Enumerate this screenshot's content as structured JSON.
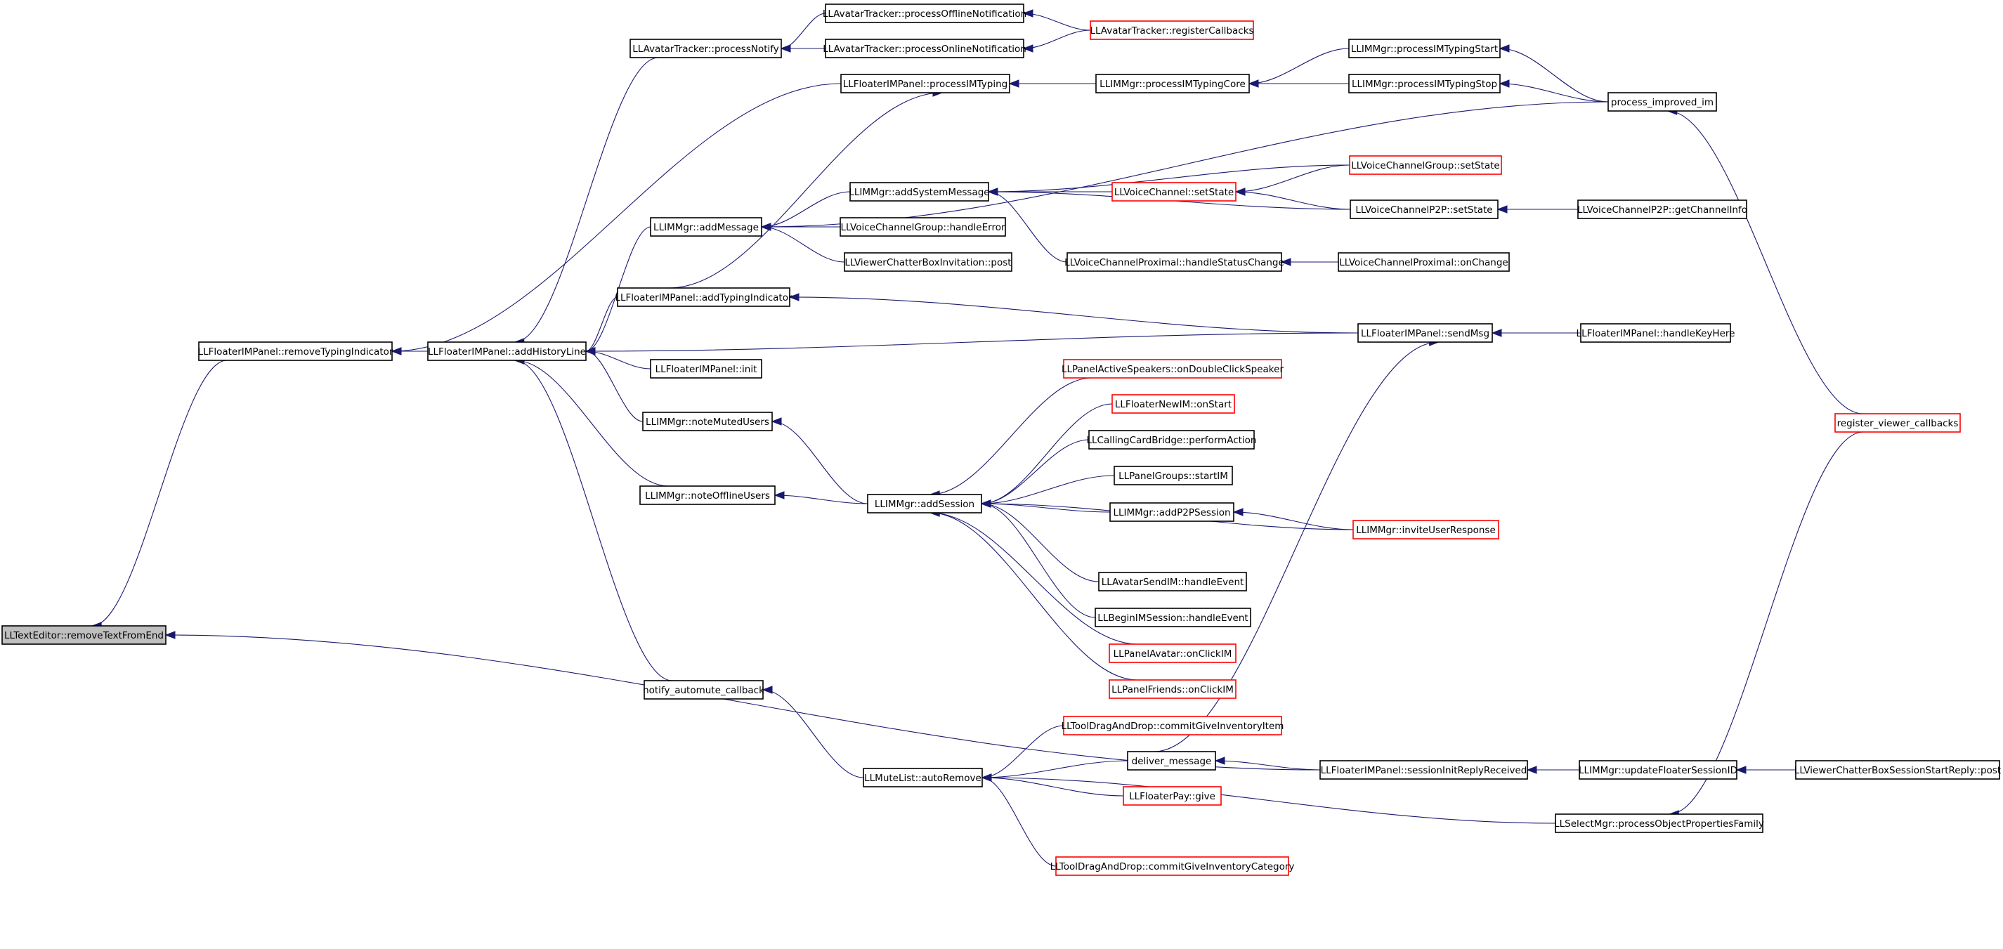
{
  "colors": {
    "edge": "#191970",
    "normal_border": "#000000",
    "truncated_border": "#ff0000",
    "root_fill": "#bfbfbf",
    "node_fill": "#ffffff"
  },
  "nodes": [
    {
      "id": "n0",
      "label": "LLTextEditor::removeTextFromEnd",
      "status": "root"
    },
    {
      "id": "n1",
      "label": "LLFloaterIMPanel::removeTypingIndicator",
      "status": "normal"
    },
    {
      "id": "n2",
      "label": "LLFloaterIMPanel::addHistoryLine",
      "status": "normal"
    },
    {
      "id": "n3",
      "label": "LLAvatarTracker::processNotify",
      "status": "normal"
    },
    {
      "id": "n4",
      "label": "LLAvatarTracker::processOfflineNotification",
      "status": "normal"
    },
    {
      "id": "n5",
      "label": "LLAvatarTracker::processOnlineNotification",
      "status": "normal"
    },
    {
      "id": "n6",
      "label": "LLAvatarTracker::registerCallbacks",
      "status": "truncated"
    },
    {
      "id": "n7",
      "label": "LLFloaterIMPanel::processIMTyping",
      "status": "normal"
    },
    {
      "id": "n8",
      "label": "LLIMMgr::processIMTypingCore",
      "status": "normal"
    },
    {
      "id": "n9",
      "label": "LLIMMgr::processIMTypingStart",
      "status": "normal"
    },
    {
      "id": "n10",
      "label": "LLIMMgr::processIMTypingStop",
      "status": "normal"
    },
    {
      "id": "n11",
      "label": "process_improved_im",
      "status": "normal"
    },
    {
      "id": "n12",
      "label": "LLIMMgr::addMessage",
      "status": "normal"
    },
    {
      "id": "n13",
      "label": "LLIMMgr::addSystemMessage",
      "status": "normal"
    },
    {
      "id": "n14",
      "label": "LLVoiceChannel::setState",
      "status": "truncated"
    },
    {
      "id": "n15",
      "label": "LLVoiceChannelGroup::setState",
      "status": "truncated"
    },
    {
      "id": "n16",
      "label": "LLVoiceChannelP2P::setState",
      "status": "normal"
    },
    {
      "id": "n17",
      "label": "LLVoiceChannelP2P::getChannelInfo",
      "status": "normal"
    },
    {
      "id": "n18",
      "label": "LLVoiceChannelGroup::handleError",
      "status": "normal"
    },
    {
      "id": "n19",
      "label": "LLViewerChatterBoxInvitation::post",
      "status": "normal"
    },
    {
      "id": "n20",
      "label": "LLVoiceChannelProximal::handleStatusChange",
      "status": "normal"
    },
    {
      "id": "n21",
      "label": "LLVoiceChannelProximal::onChange",
      "status": "normal"
    },
    {
      "id": "n22",
      "label": "LLFloaterIMPanel::addTypingIndicator",
      "status": "normal"
    },
    {
      "id": "n23",
      "label": "LLFloaterIMPanel::sendMsg",
      "status": "normal"
    },
    {
      "id": "n24",
      "label": "LLFloaterIMPanel::handleKeyHere",
      "status": "normal"
    },
    {
      "id": "n25",
      "label": "LLFloaterIMPanel::init",
      "status": "normal"
    },
    {
      "id": "n26",
      "label": "LLIMMgr::noteMutedUsers",
      "status": "normal"
    },
    {
      "id": "n27",
      "label": "LLIMMgr::noteOfflineUsers",
      "status": "normal"
    },
    {
      "id": "n28",
      "label": "LLIMMgr::addSession",
      "status": "normal"
    },
    {
      "id": "n29",
      "label": "LLPanelActiveSpeakers::onDoubleClickSpeaker",
      "status": "truncated"
    },
    {
      "id": "n30",
      "label": "LLFloaterNewIM::onStart",
      "status": "truncated"
    },
    {
      "id": "n31",
      "label": "LLCallingCardBridge::performAction",
      "status": "normal"
    },
    {
      "id": "n32",
      "label": "LLPanelGroups::startIM",
      "status": "normal"
    },
    {
      "id": "n33",
      "label": "LLIMMgr::addP2PSession",
      "status": "normal"
    },
    {
      "id": "n34",
      "label": "LLIMMgr::inviteUserResponse",
      "status": "truncated"
    },
    {
      "id": "n35",
      "label": "LLAvatarSendIM::handleEvent",
      "status": "normal"
    },
    {
      "id": "n36",
      "label": "LLBeginIMSession::handleEvent",
      "status": "normal"
    },
    {
      "id": "n37",
      "label": "LLPanelAvatar::onClickIM",
      "status": "truncated"
    },
    {
      "id": "n38",
      "label": "LLPanelFriends::onClickIM",
      "status": "truncated"
    },
    {
      "id": "n39",
      "label": "register_viewer_callbacks",
      "status": "truncated"
    },
    {
      "id": "n40",
      "label": "notify_automute_callback",
      "status": "normal"
    },
    {
      "id": "n41",
      "label": "LLMuteList::autoRemove",
      "status": "normal"
    },
    {
      "id": "n42",
      "label": "LLToolDragAndDrop::commitGiveInventoryItem",
      "status": "truncated"
    },
    {
      "id": "n43",
      "label": "deliver_message",
      "status": "normal"
    },
    {
      "id": "n44",
      "label": "LLFloaterIMPanel::sessionInitReplyReceived",
      "status": "normal"
    },
    {
      "id": "n45",
      "label": "LLIMMgr::updateFloaterSessionID",
      "status": "normal"
    },
    {
      "id": "n46",
      "label": "LLViewerChatterBoxSessionStartReply::post",
      "status": "normal"
    },
    {
      "id": "n47",
      "label": "LLFloaterPay::give",
      "status": "truncated"
    },
    {
      "id": "n48",
      "label": "LLSelectMgr::processObjectPropertiesFamily",
      "status": "normal"
    },
    {
      "id": "n49",
      "label": "LLToolDragAndDrop::commitGiveInventoryCategory",
      "status": "truncated"
    }
  ],
  "edges": [
    {
      "from": "n1",
      "to": "n0"
    },
    {
      "from": "n44",
      "to": "n0"
    },
    {
      "from": "n2",
      "to": "n1"
    },
    {
      "from": "n7",
      "to": "n1"
    },
    {
      "from": "n3",
      "to": "n2"
    },
    {
      "from": "n12",
      "to": "n2"
    },
    {
      "from": "n22",
      "to": "n2"
    },
    {
      "from": "n23",
      "to": "n2"
    },
    {
      "from": "n25",
      "to": "n2"
    },
    {
      "from": "n26",
      "to": "n2"
    },
    {
      "from": "n27",
      "to": "n2"
    },
    {
      "from": "n40",
      "to": "n2"
    },
    {
      "from": "n4",
      "to": "n3"
    },
    {
      "from": "n5",
      "to": "n3"
    },
    {
      "from": "n6",
      "to": "n4"
    },
    {
      "from": "n6",
      "to": "n5"
    },
    {
      "from": "n8",
      "to": "n7"
    },
    {
      "from": "n9",
      "to": "n8"
    },
    {
      "from": "n10",
      "to": "n8"
    },
    {
      "from": "n11",
      "to": "n9"
    },
    {
      "from": "n11",
      "to": "n10"
    },
    {
      "from": "n39",
      "to": "n11"
    },
    {
      "from": "n11",
      "to": "n12"
    },
    {
      "from": "n13",
      "to": "n12"
    },
    {
      "from": "n18",
      "to": "n12"
    },
    {
      "from": "n19",
      "to": "n12"
    },
    {
      "from": "n14",
      "to": "n13"
    },
    {
      "from": "n15",
      "to": "n13"
    },
    {
      "from": "n16",
      "to": "n13"
    },
    {
      "from": "n20",
      "to": "n13"
    },
    {
      "from": "n15",
      "to": "n14"
    },
    {
      "from": "n16",
      "to": "n14"
    },
    {
      "from": "n17",
      "to": "n16"
    },
    {
      "from": "n21",
      "to": "n20"
    },
    {
      "from": "n22",
      "to": "n7"
    },
    {
      "from": "n23",
      "to": "n22"
    },
    {
      "from": "n24",
      "to": "n23"
    },
    {
      "from": "n43",
      "to": "n23"
    },
    {
      "from": "n28",
      "to": "n26"
    },
    {
      "from": "n28",
      "to": "n27"
    },
    {
      "from": "n29",
      "to": "n28"
    },
    {
      "from": "n30",
      "to": "n28"
    },
    {
      "from": "n31",
      "to": "n28"
    },
    {
      "from": "n32",
      "to": "n28"
    },
    {
      "from": "n33",
      "to": "n28"
    },
    {
      "from": "n34",
      "to": "n28"
    },
    {
      "from": "n35",
      "to": "n28"
    },
    {
      "from": "n36",
      "to": "n28"
    },
    {
      "from": "n37",
      "to": "n28"
    },
    {
      "from": "n38",
      "to": "n28"
    },
    {
      "from": "n34",
      "to": "n33"
    },
    {
      "from": "n41",
      "to": "n40"
    },
    {
      "from": "n42",
      "to": "n41"
    },
    {
      "from": "n43",
      "to": "n41"
    },
    {
      "from": "n47",
      "to": "n41"
    },
    {
      "from": "n48",
      "to": "n41"
    },
    {
      "from": "n49",
      "to": "n41"
    },
    {
      "from": "n44",
      "to": "n43"
    },
    {
      "from": "n45",
      "to": "n44"
    },
    {
      "from": "n46",
      "to": "n45"
    },
    {
      "from": "n39",
      "to": "n48"
    }
  ]
}
